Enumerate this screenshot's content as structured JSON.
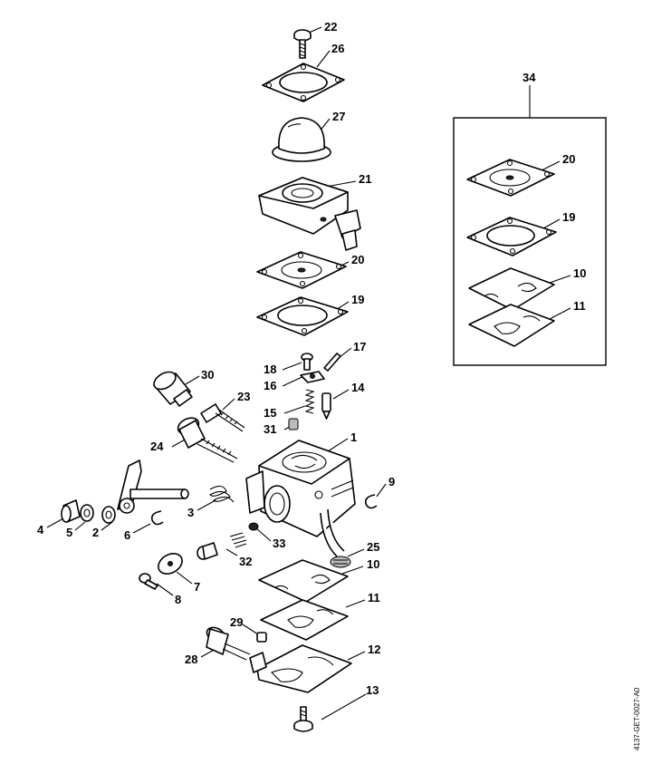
{
  "diagram": {
    "document_code": "4137-GET-0027-A0",
    "kit_label": "34",
    "labels": [
      {
        "id": "22",
        "text": "22"
      },
      {
        "id": "26",
        "text": "26"
      },
      {
        "id": "27",
        "text": "27"
      },
      {
        "id": "21",
        "text": "21"
      },
      {
        "id": "20a",
        "text": "20"
      },
      {
        "id": "19a",
        "text": "19"
      },
      {
        "id": "17",
        "text": "17"
      },
      {
        "id": "18",
        "text": "18"
      },
      {
        "id": "16",
        "text": "16"
      },
      {
        "id": "14",
        "text": "14"
      },
      {
        "id": "15",
        "text": "15"
      },
      {
        "id": "31",
        "text": "31"
      },
      {
        "id": "30",
        "text": "30"
      },
      {
        "id": "23",
        "text": "23"
      },
      {
        "id": "24",
        "text": "24"
      },
      {
        "id": "1",
        "text": "1"
      },
      {
        "id": "9",
        "text": "9"
      },
      {
        "id": "3",
        "text": "3"
      },
      {
        "id": "4",
        "text": "4"
      },
      {
        "id": "5",
        "text": "5"
      },
      {
        "id": "2",
        "text": "2"
      },
      {
        "id": "6",
        "text": "6"
      },
      {
        "id": "33",
        "text": "33"
      },
      {
        "id": "32",
        "text": "32"
      },
      {
        "id": "25",
        "text": "25"
      },
      {
        "id": "10a",
        "text": "10"
      },
      {
        "id": "7",
        "text": "7"
      },
      {
        "id": "8",
        "text": "8"
      },
      {
        "id": "11a",
        "text": "11"
      },
      {
        "id": "29",
        "text": "29"
      },
      {
        "id": "28",
        "text": "28"
      },
      {
        "id": "12",
        "text": "12"
      },
      {
        "id": "13",
        "text": "13"
      },
      {
        "id": "20b",
        "text": "20"
      },
      {
        "id": "19b",
        "text": "19"
      },
      {
        "id": "10b",
        "text": "10"
      },
      {
        "id": "11b",
        "text": "11"
      }
    ]
  }
}
